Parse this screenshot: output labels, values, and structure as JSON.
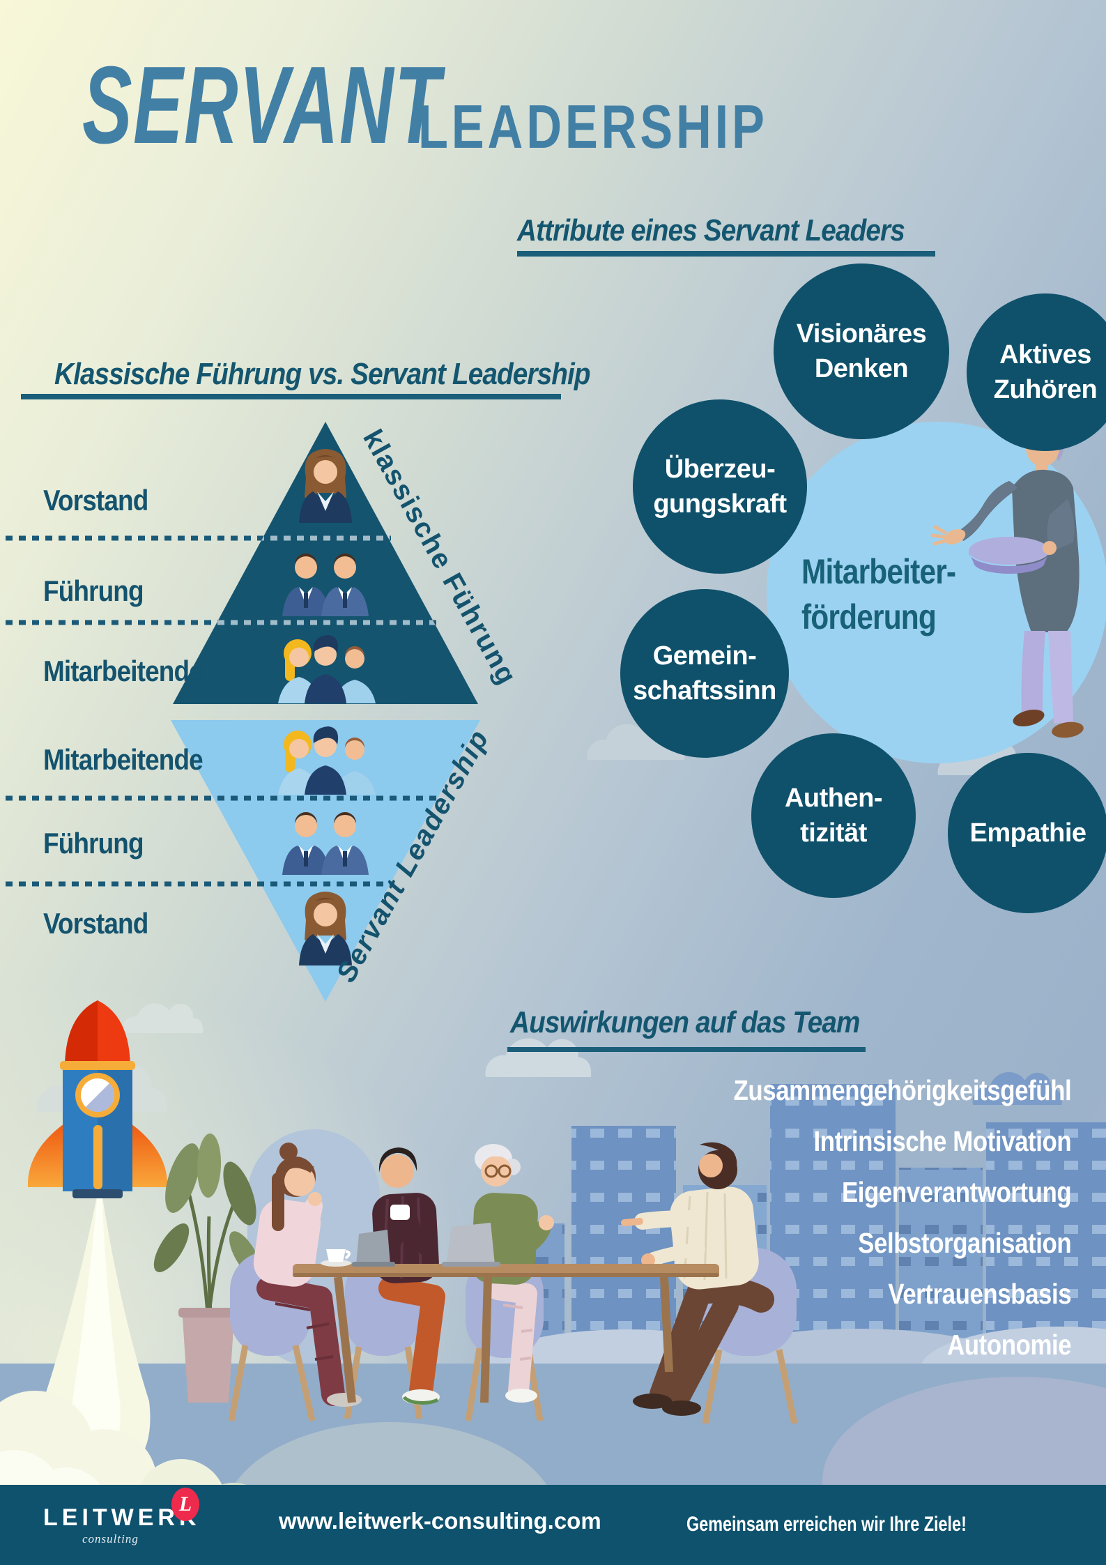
{
  "title": {
    "primary": "SERVANT",
    "secondary": "LEADERSHIP"
  },
  "comparison": {
    "heading": "Klassische Führung vs. Servant Leadership",
    "classic_label": "klassische Führung",
    "servant_label": "Servant Leadership",
    "classic_levels": [
      "Vorstand",
      "Führung",
      "Mitarbeitende"
    ],
    "servant_levels": [
      "Mitarbeitende",
      "Führung",
      "Vorstand"
    ]
  },
  "attributes": {
    "heading": "Attribute eines Servant Leaders",
    "center_line1": "Mitarbeiter-",
    "center_line2": "förderung",
    "bubbles": [
      {
        "line1": "Visionäres",
        "line2": "Denken"
      },
      {
        "line1": "Aktives",
        "line2": "Zuhören"
      },
      {
        "line1": "Überzeu-",
        "line2": "gungskraft"
      },
      {
        "line1": "Gemein-",
        "line2": "schaftssinn"
      },
      {
        "line1": "Authen-",
        "line2": "tizität"
      },
      {
        "line1": "Empathie",
        "line2": ""
      }
    ]
  },
  "effects": {
    "heading": "Auswirkungen auf das Team",
    "items": [
      "Zusammengehörigkeitsgefühl",
      "Intrinsische Motivation",
      "Eigenverantwortung",
      "Selbstorganisation",
      "Vertrauensbasis",
      "Autonomie"
    ]
  },
  "footer": {
    "brand": "LEITWERK",
    "brand_badge": "L",
    "brand_sub": "consulting",
    "website": "www.leitwerk-consulting.com",
    "tagline": "Gemeinsam erreichen wir Ihre Ziele!"
  },
  "colors": {
    "accent_teal": "#14546F",
    "bubble_teal": "#0F516B",
    "light_blue": "#8CCAEE",
    "badge_red": "#EE2B4D",
    "title_blue": "#427FA5"
  }
}
